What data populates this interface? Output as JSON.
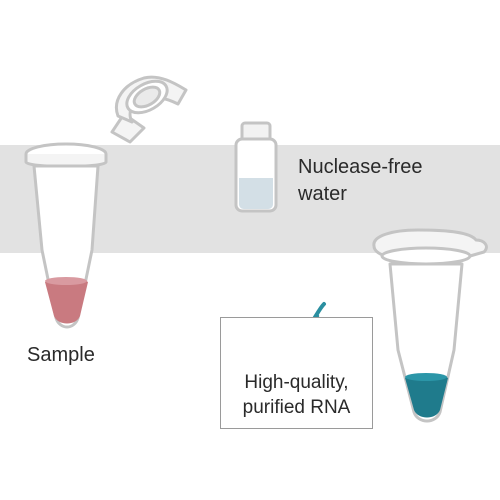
{
  "labels": {
    "sample": "Sample",
    "water_line1": "Nuclease-free",
    "water_line2": "water",
    "rna_line1": "High-quality,",
    "rna_line2": "purified RNA"
  },
  "colors": {
    "band": "#e2e2e2",
    "tube_outline": "#c4c4c4",
    "sample_liquid": "#c97a80",
    "water_liquid": "#d3dfe6",
    "rna_liquid": "#1f7b8c",
    "rna_strand": "#2a8fa0"
  },
  "icons": [
    "sample-tube-icon",
    "water-vial-icon",
    "rna-strand-icon",
    "rna-tube-icon"
  ]
}
